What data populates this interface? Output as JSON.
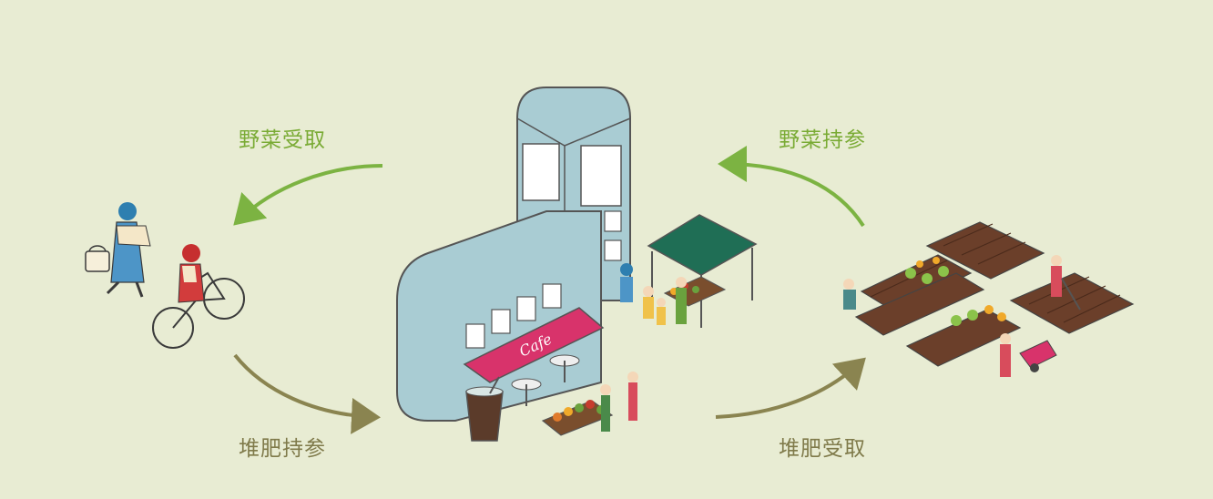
{
  "labels": {
    "top_left": "野菜受取",
    "top_right": "野菜持参",
    "bottom_left": "堆肥持参",
    "bottom_right": "堆肥受取"
  },
  "building": {
    "awning_text": "Cafe"
  },
  "colors": {
    "background": "#e8ecd3",
    "arrow_green": "#7cb342",
    "arrow_olive": "#8a8450",
    "building": "#a9ccd3",
    "awning": "#d8336b",
    "tent": "#1f6e55",
    "soil": "#6b3f2a"
  }
}
